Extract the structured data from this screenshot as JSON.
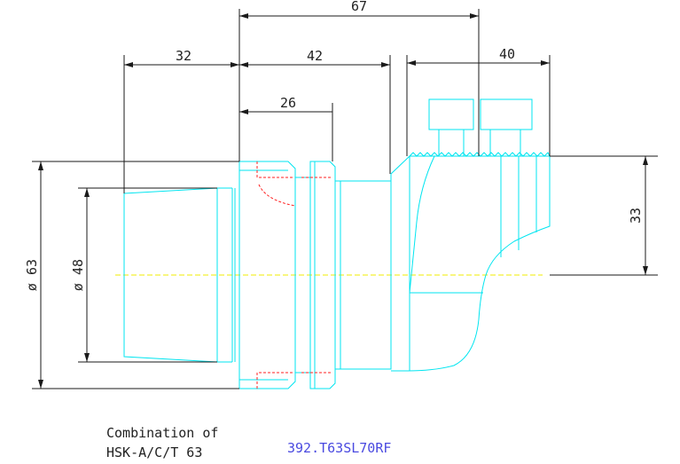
{
  "dimensions": {
    "d67": "67",
    "d32": "32",
    "d42": "42",
    "d40": "40",
    "d26": "26",
    "d33": "33",
    "dia63": "ø 63",
    "dia48": "ø 48"
  },
  "caption": {
    "line1": "Combination of",
    "line2": "HSK-A/C/T 63"
  },
  "part_number": "392.T63SL70RF",
  "colors": {
    "outline": "#00e5f0",
    "dimension": "#1a1a1a",
    "hidden": "#ff2020",
    "centerline": "#f2ee00",
    "part_number": "#4a4ae0"
  }
}
